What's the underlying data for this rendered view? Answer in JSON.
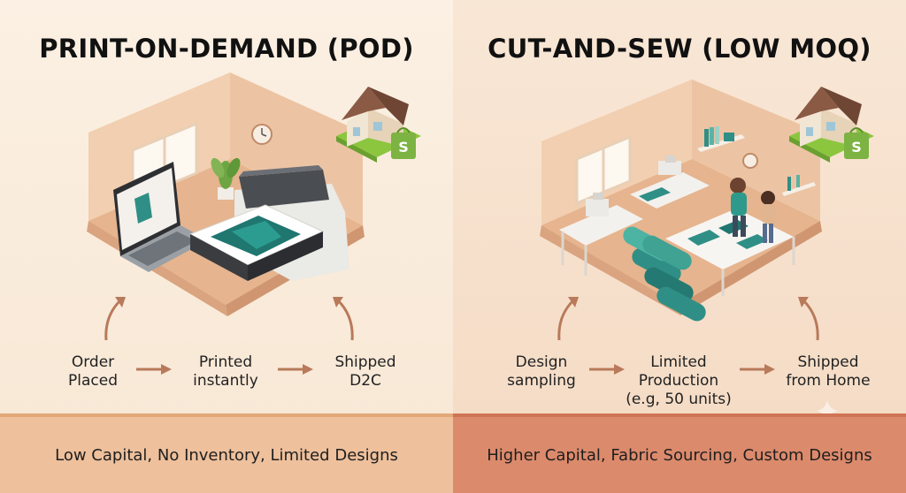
{
  "left": {
    "title": "PRINT-ON-DEMAND (POD)",
    "steps": [
      "Order\nPlaced",
      "Printed\ninstantly",
      "Shipped\nD2C"
    ],
    "summary": "Low Capital, No Inventory, Limited Designs"
  },
  "right": {
    "title": "CUT-AND-SEW (LOW MOQ)",
    "steps": [
      "Design\nsampling",
      "Limited\nProduction\n(e.g, 50 units)",
      "Shipped\nfrom Home"
    ],
    "summary": "Higher Capital, Fabric Sourcing, Custom Designs"
  },
  "icons": {
    "store": "house-with-shopify-bag-icon",
    "arrow": "arrow-right-icon",
    "sparkle": "sparkle-icon"
  },
  "colors": {
    "shopify_green": "#7cb342",
    "arrow": "#b87a5a",
    "teal": "#2f8f86"
  }
}
